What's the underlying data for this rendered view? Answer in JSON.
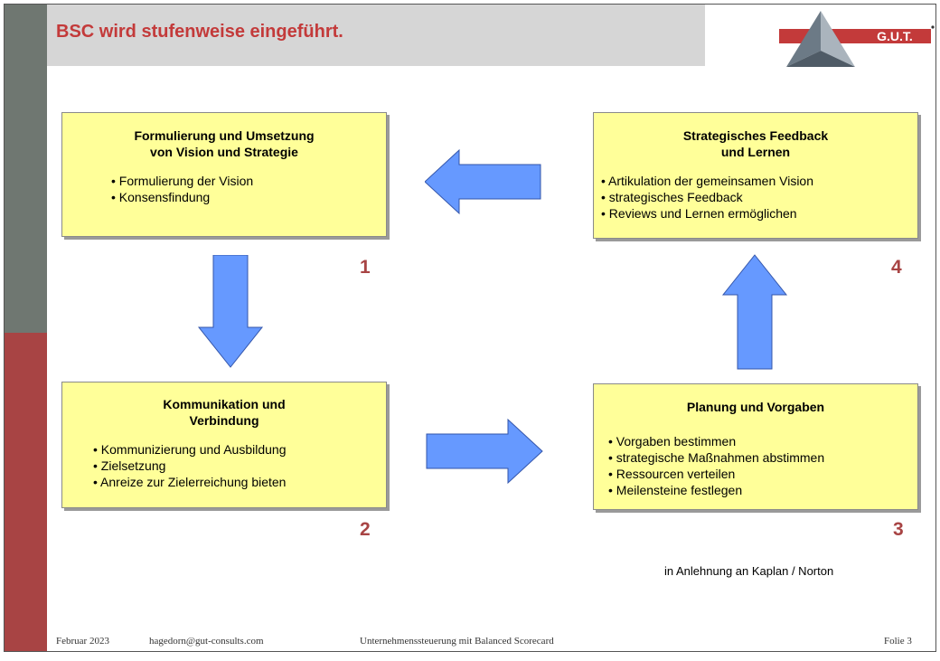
{
  "slide": {
    "title": "BSC wird stufenweise eingeführt.",
    "logo_text": "G.U.T.",
    "credit": "in Anlehnung an Kaplan / Norton"
  },
  "boxes": [
    {
      "number": "1",
      "title_line1": "Formulierung und Umsetzung",
      "title_line2": "von Vision und Strategie",
      "items": [
        "Formulierung der Vision",
        "Konsensfindung"
      ]
    },
    {
      "number": "2",
      "title_line1": "Kommunikation und",
      "title_line2": "Verbindung",
      "items": [
        "Kommunizierung und Ausbildung",
        "Zielsetzung",
        "Anreize zur Zielerreichung bieten"
      ]
    },
    {
      "number": "3",
      "title_line1": "Planung und Vorgaben",
      "title_line2": "",
      "items": [
        "Vorgaben bestimmen",
        "strategische Maßnahmen abstimmen",
        "Ressourcen verteilen",
        "Meilensteine festlegen"
      ]
    },
    {
      "number": "4",
      "title_line1": "Strategisches Feedback",
      "title_line2": "und Lernen",
      "items": [
        "Artikulation der gemeinsamen Vision",
        "strategisches Feedback",
        "Reviews und Lernen ermöglichen"
      ]
    }
  ],
  "footer": {
    "date": "Februar 2023",
    "email": "hagedorn@gut-consults.com",
    "topic": "Unternehmenssteuerung mit Balanced Scorecard",
    "page": "Folie 3"
  },
  "colors": {
    "box_fill": "#ffff99",
    "arrow_fill": "#6699ff",
    "accent_red": "#c33a3a",
    "sidebar_gray": "#6f7771",
    "sidebar_red": "#a84444"
  }
}
